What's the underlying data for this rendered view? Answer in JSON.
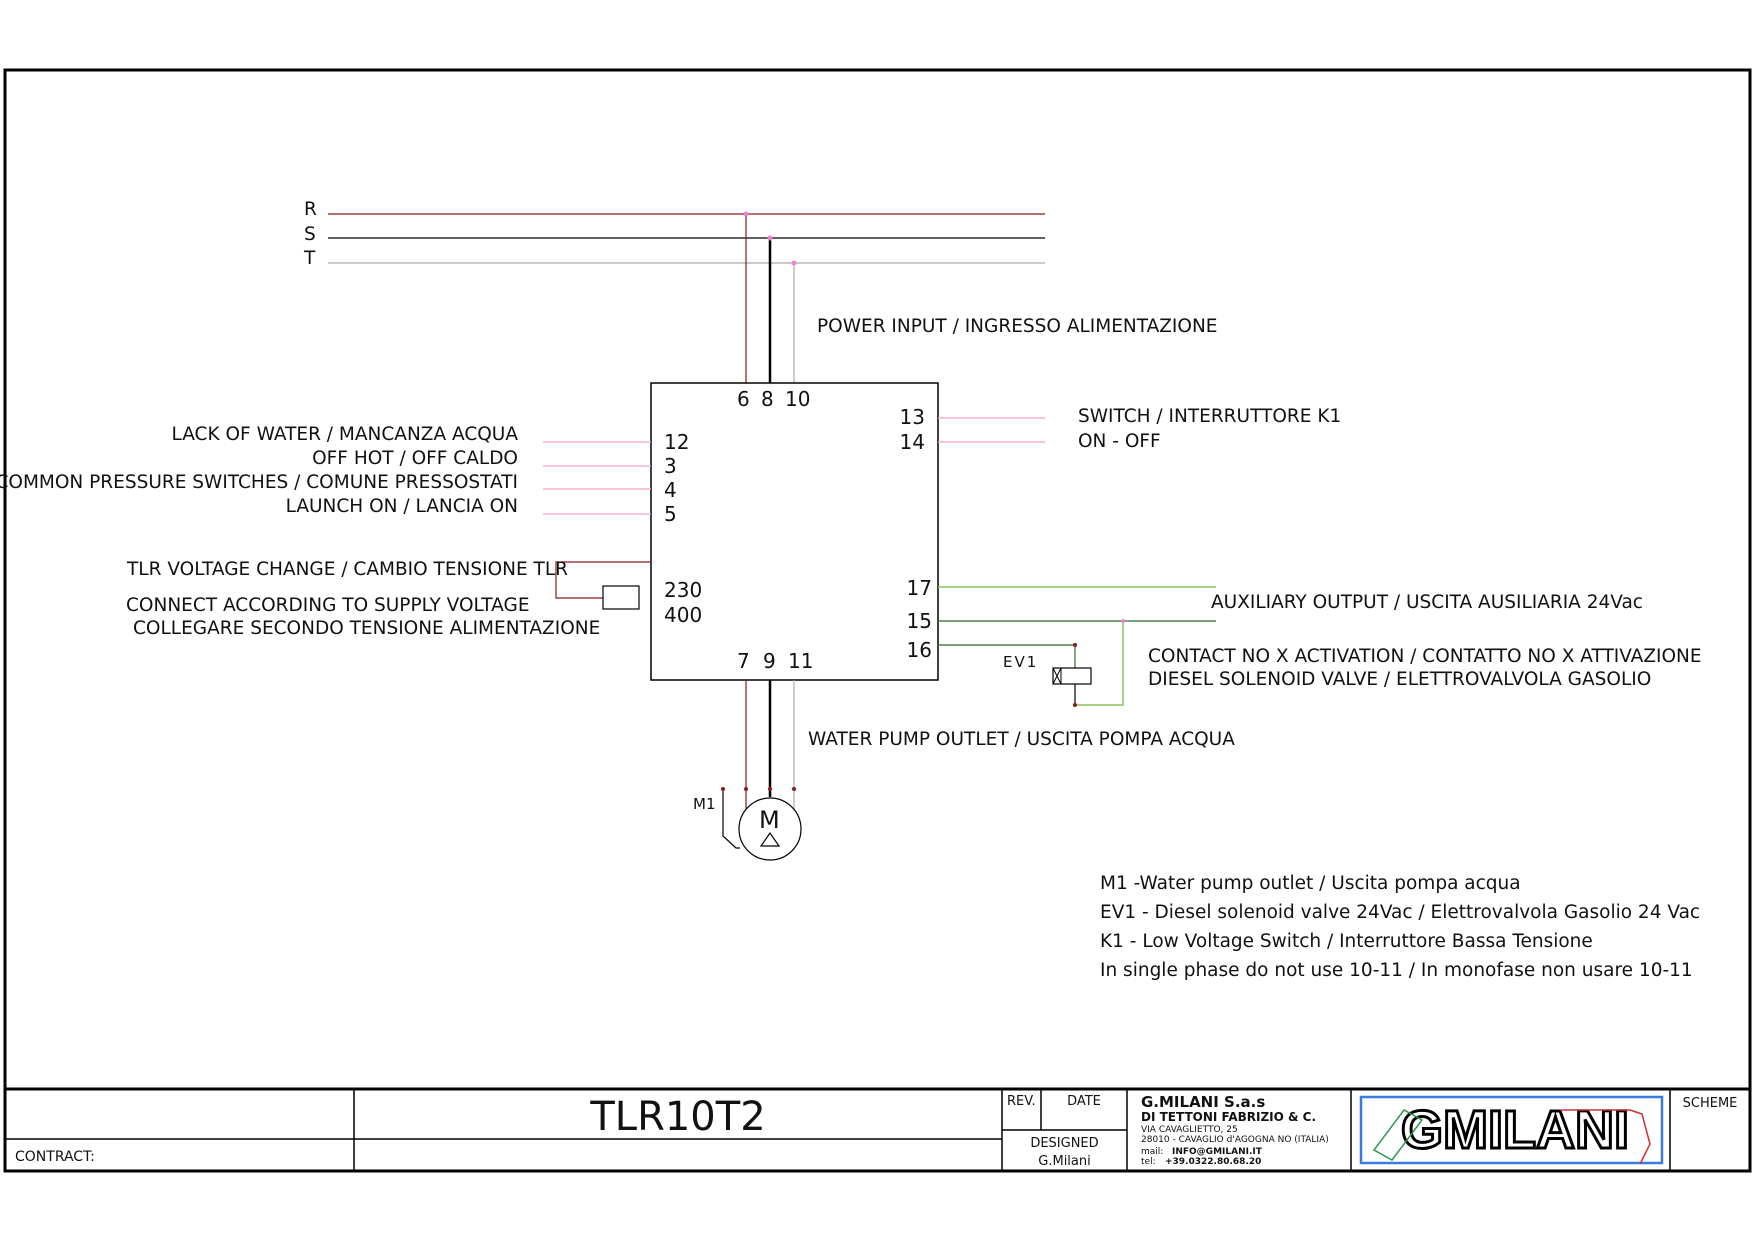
{
  "phases": [
    "R",
    "S",
    "T"
  ],
  "power_input": "POWER INPUT / INGRESSO ALIMENTAZIONE",
  "terminals": {
    "top": [
      "6",
      "8",
      "10"
    ],
    "bottom": [
      "7",
      "9",
      "11"
    ],
    "left": [
      "12",
      "3",
      "4",
      "5"
    ],
    "voltage": [
      "230",
      "400"
    ],
    "switch": [
      "13",
      "14"
    ],
    "aux": [
      "17",
      "15",
      "16"
    ]
  },
  "left_labels": [
    "LACK OF WATER / MANCANZA ACQUA",
    "OFF HOT / OFF CALDO",
    "COMMON PRESSURE SWITCHES / COMUNE PRESSOSTATI",
    "LAUNCH ON / LANCIA ON"
  ],
  "voltage_change": {
    "title": "TLR VOLTAGE CHANGE / CAMBIO TENSIONE TLR",
    "line1": "CONNECT ACCORDING TO SUPPLY VOLTAGE",
    "line2": "COLLEGARE SECONDO TENSIONE ALIMENTAZIONE"
  },
  "switch_labels": [
    "SWITCH / INTERRUTTORE  K1",
    "ON - OFF"
  ],
  "aux_label": "AUXILIARY OUTPUT / USCITA AUSILIARIA 24Vac",
  "contact_labels": [
    "CONTACT NO X ACTIVATION / CONTATTO  NO X ATTIVAZIONE",
    "DIESEL SOLENOID VALVE / ELETTROVALVOLA GASOLIO"
  ],
  "ev1": "EV1",
  "pump_label": "WATER PUMP OUTLET / USCITA POMPA ACQUA",
  "motor": {
    "tag": "M1",
    "symbol": "M"
  },
  "legend": [
    "M1 -Water pump outlet / Uscita pompa acqua",
    "EV1 - Diesel solenoid valve 24Vac /  Elettrovalvola Gasolio 24 Vac",
    "K1 - Low Voltage Switch / Interruttore Bassa Tensione",
    "In single phase do not use 10-11 / In monofase non usare 10-11"
  ],
  "title_block": {
    "contract": "CONTRACT:",
    "title": "TLR10T2",
    "rev": "REV.",
    "date": "DATE",
    "designed": "DESIGNED",
    "designer": "G.Milani",
    "company": "G.MILANI S.a.s",
    "company2": "DI TETTONI  FABRIZIO  & C.",
    "address1": "VIA CAVAGLIETTO, 25",
    "address2": "28010 - CAVAGLIO d'AGOGNA NO (ITALIA)",
    "mail_label": "mail:",
    "mail": "INFO@GMILANI.IT",
    "tel_label": "tel:",
    "tel": "+39.0322.80.68.20",
    "logo": "GMILANI",
    "scheme": "SCHEME"
  },
  "colors": {
    "R": "#8b1a1a",
    "S": "#000000",
    "T": "#aaaaaa",
    "signal": "#f0a0c0",
    "aux_light": "#8cc060",
    "aux_dark": "#2e6b2e"
  }
}
